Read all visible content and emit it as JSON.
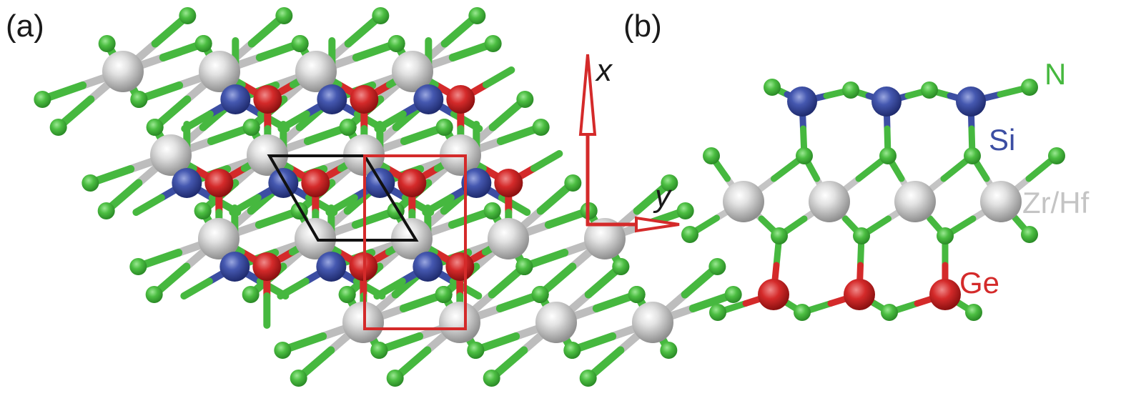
{
  "panels": {
    "a": {
      "label": "(a)"
    },
    "b": {
      "label": "(b)"
    }
  },
  "axes": {
    "x_label": "x",
    "y_label": "y",
    "arrow_color": "#d42a2a"
  },
  "elements": [
    {
      "key": "N",
      "label": "N",
      "color": "#46b83f"
    },
    {
      "key": "Si",
      "label": "Si",
      "color": "#3c4ea3"
    },
    {
      "key": "Zr",
      "label": "Zr/Hf",
      "color": "#c4c4c4"
    },
    {
      "key": "Ge",
      "label": "Ge",
      "color": "#d42a2a"
    }
  ],
  "atom_colors": {
    "zr": "#c9c9c9",
    "si": "#3c4ea3",
    "n": "#46b83f",
    "ge": "#d42a2a"
  },
  "cells": {
    "primitive_color": "#111111",
    "rectangular_color": "#d42a2a"
  }
}
